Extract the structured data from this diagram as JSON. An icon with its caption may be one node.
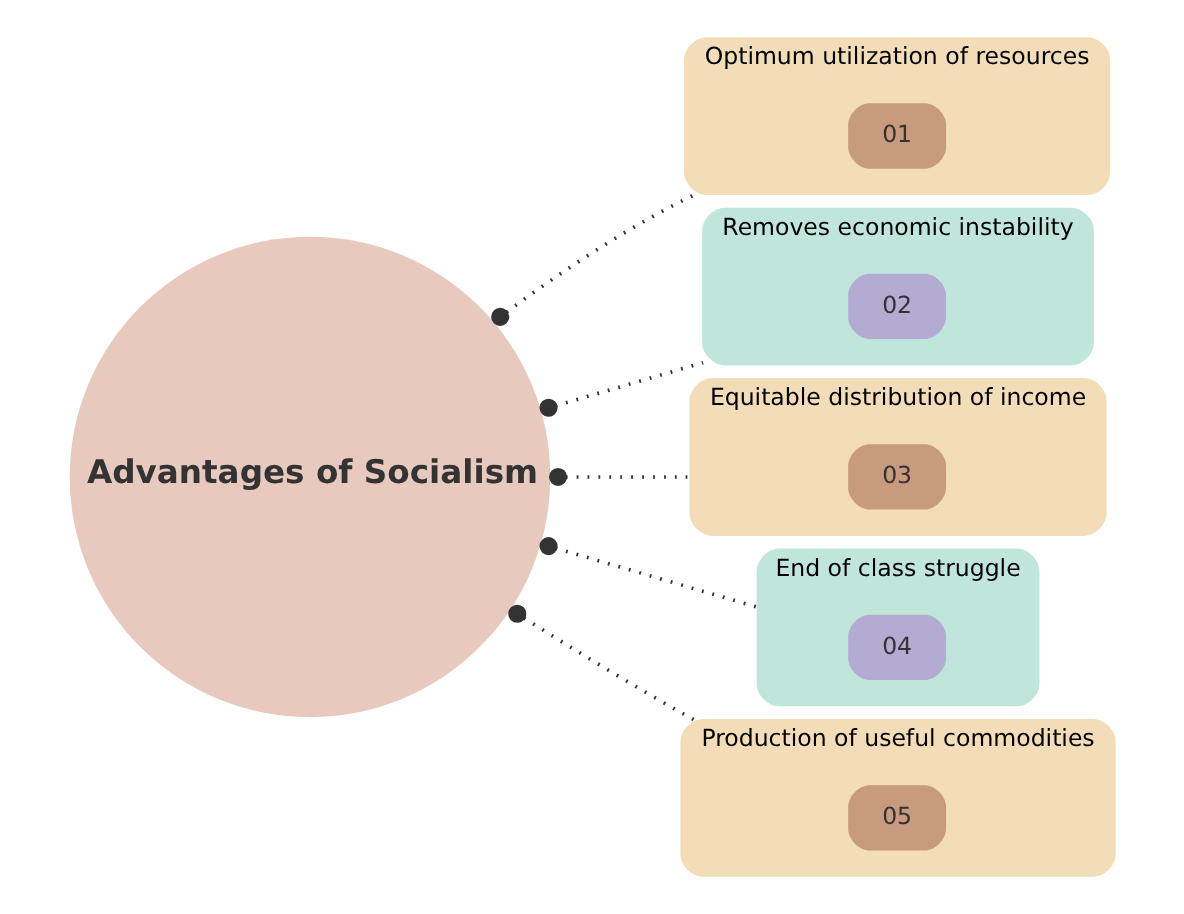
{
  "diagram": {
    "nodes": [
      {
        "text": [
          "Advantages of Socialism"
        ]
      },
      {
        "text": [
          "Optimum utilization of resources"
        ]
      },
      {
        "text": [
          "01"
        ],
        "in": 1
      },
      {
        "text": [
          "Removes economic instability"
        ]
      },
      {
        "text": [
          "02"
        ],
        "in": 3
      },
      {
        "text": [
          "Equitable distribution of income"
        ]
      },
      {
        "text": [
          "03"
        ],
        "in": 5
      },
      {
        "text": [
          "End of class struggle"
        ]
      },
      {
        "text": [
          "04"
        ],
        "in": 7
      },
      {
        "text": [
          "Production of useful commodities"
        ]
      },
      {
        "text": [
          "05"
        ],
        "in": 9
      }
    ],
    "edges": [
      {
        "from": 0,
        "to": 1,
        "arrow": "other",
        "style": "dashed"
      },
      {
        "from": 0,
        "to": 3,
        "arrow": "other",
        "style": "dashed"
      },
      {
        "from": 0,
        "to": 5,
        "arrow": "other",
        "style": "dashed"
      },
      {
        "from": 0,
        "to": 7,
        "arrow": "other",
        "style": "dashed"
      },
      {
        "from": 0,
        "to": 9,
        "arrow": "other",
        "style": "dashed"
      }
    ]
  }
}
